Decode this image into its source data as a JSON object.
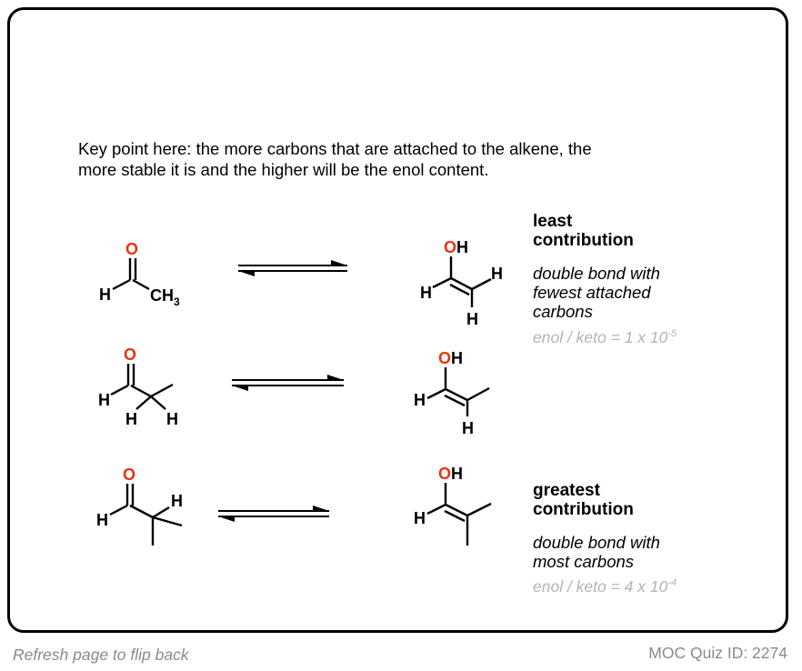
{
  "intro": {
    "line1": "Key point here: the more carbons that are attached to the alkene, the",
    "line2": "more stable it is and the higher will be the enol content."
  },
  "top_label": {
    "title_line1": "least",
    "title_line2": "contribution",
    "desc_line1": "double bond with",
    "desc_line2": "fewest attached",
    "desc_line3": "carbons",
    "ratio_text": "enol / keto = 1 x 10",
    "ratio_exp": "-5"
  },
  "bottom_label": {
    "title_line1": "greatest",
    "title_line2": "contribution",
    "desc_line1": "double bond with",
    "desc_line2": "most carbons",
    "ratio_text": "enol / keto = 4 x 10",
    "ratio_exp": "-4"
  },
  "atoms": {
    "O": "O",
    "H": "H",
    "OH_O": "O",
    "OH_H": "H",
    "CH": "CH",
    "three": "3"
  },
  "footer": {
    "left": "Refresh page to flip back",
    "right": "MOC Quiz ID: 2274"
  },
  "colors": {
    "oxygen": "#e8320f",
    "muted_text": "#b4b4b4",
    "footer_text": "#8a8a8a"
  }
}
